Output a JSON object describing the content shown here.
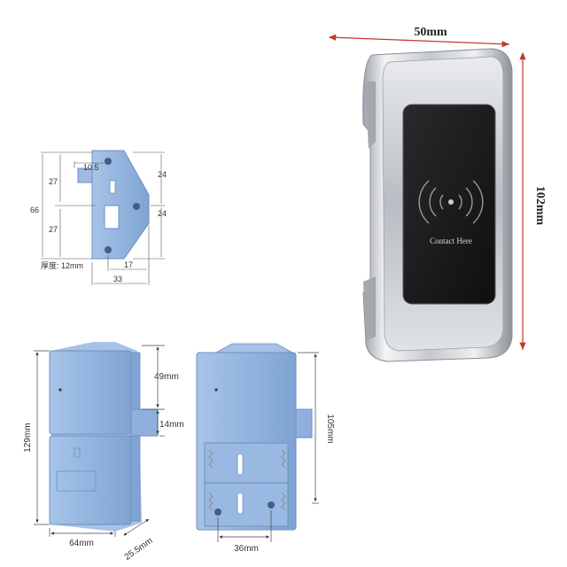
{
  "lock_front": {
    "width_label": "50mm",
    "height_label": "102mm",
    "contact_text": "Contact Here",
    "metal_color": "#c9ccd1",
    "screen_color": "#1c1c1e"
  },
  "strike_plate": {
    "dim_10_5": "10.5",
    "dim_27_top": "27",
    "dim_27_bottom": "27",
    "dim_66": "66",
    "dim_24_top": "24",
    "dim_24_mid": "24",
    "dim_17": "17",
    "dim_33": "33",
    "thickness_label": "厚度: 12mm",
    "body_color": "#8fb2dd"
  },
  "lock_body_closed": {
    "dim_49": "49mm",
    "dim_14": "14mm",
    "dim_129": "129mm",
    "dim_64": "64mm",
    "dim_25_5": "25.5mm"
  },
  "lock_body_open": {
    "dim_105": "105mm",
    "dim_36": "36mm"
  }
}
